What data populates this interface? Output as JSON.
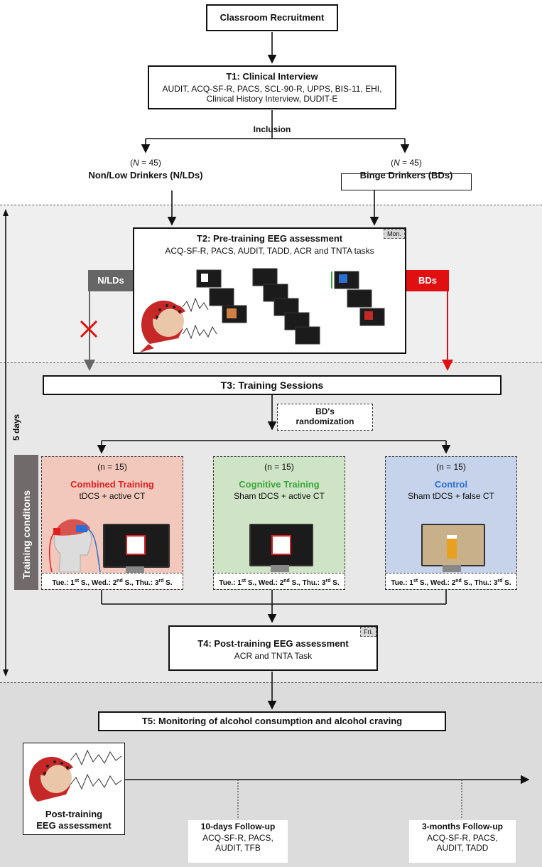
{
  "recruitment": "Classroom Recruitment",
  "t1": {
    "title": "T1: Clinical Interview",
    "line1": "AUDIT, ACQ-SF-R, PACS, SCL-90-R, UPPS, BIS-11, EHI,",
    "line2": "Clinical History Interview, DUDIT-E"
  },
  "inclusion": "Inclusion",
  "groups": {
    "nld": {
      "n_open": "(",
      "n_var": "N",
      "n_eq": " = 45)",
      "label": "Non/Low Drinkers (N/LDs)",
      "side_label": "N/LDs"
    },
    "bd": {
      "n_open": "(",
      "n_var": "N",
      "n_eq": " = 45)",
      "label": "Binge Drinkers (BDs)",
      "side_label": "BDs"
    }
  },
  "t2": {
    "title": "T2: Pre-training EEG assessment",
    "subtitle": "ACQ-SF-R, PACS, AUDIT, TADD, ACR and TNTA tasks",
    "day": "Mon."
  },
  "duration": "5 days",
  "t3": {
    "title": "T3: Training Sessions",
    "randomization_1": "BD's",
    "randomization_2": "randomization"
  },
  "conditions_label": "Training conditons",
  "conditions": [
    {
      "n": "(n = 15)",
      "name": "Combined Training",
      "desc": "tDCS + active CT",
      "color": "#e02020",
      "bg": "#f2c8bc",
      "schedule": [
        "Tue.: 1",
        "st",
        " S., Wed.: 2",
        "nd",
        " S., Thu.: 3",
        "rd",
        " S."
      ]
    },
    {
      "n": "(n = 15)",
      "name": "Cognitive Training",
      "desc": "Sham tDCS + active CT",
      "color": "#3aa83a",
      "bg": "#cfe3c6",
      "schedule": [
        "Tue.: 1",
        "st",
        " S., Wed.: 2",
        "nd",
        " S., Thu.: 3",
        "rd",
        " S."
      ]
    },
    {
      "n": "(n = 15)",
      "name": "Control",
      "desc": "Sham tDCS + false CT",
      "color": "#2a6fd6",
      "bg": "#c7d3ea",
      "schedule": [
        "Tue.: 1",
        "st",
        " S., Wed.: 2",
        "nd",
        " S., Thu.: 3",
        "rd",
        " S."
      ]
    }
  ],
  "t4": {
    "title": "T4: Post-training EEG assessment",
    "subtitle": "ACR and TNTA Task",
    "day": "Fri."
  },
  "t5": {
    "title": "T5: Monitoring of alcohol consumption and alcohol craving"
  },
  "post_eeg": {
    "line1": "Post-training",
    "line2": "EEG assessment"
  },
  "followups": [
    {
      "title": "10-days Follow-up",
      "line1": "ACQ-SF-R, PACS,",
      "line2": "AUDIT, TFB"
    },
    {
      "title": "3-months Follow-up",
      "line1": "ACQ-SF-R, PACS,",
      "line2": "AUDIT, TADD"
    }
  ],
  "colors": {
    "bd_red": "#e01010",
    "nld_gray": "#666666"
  }
}
